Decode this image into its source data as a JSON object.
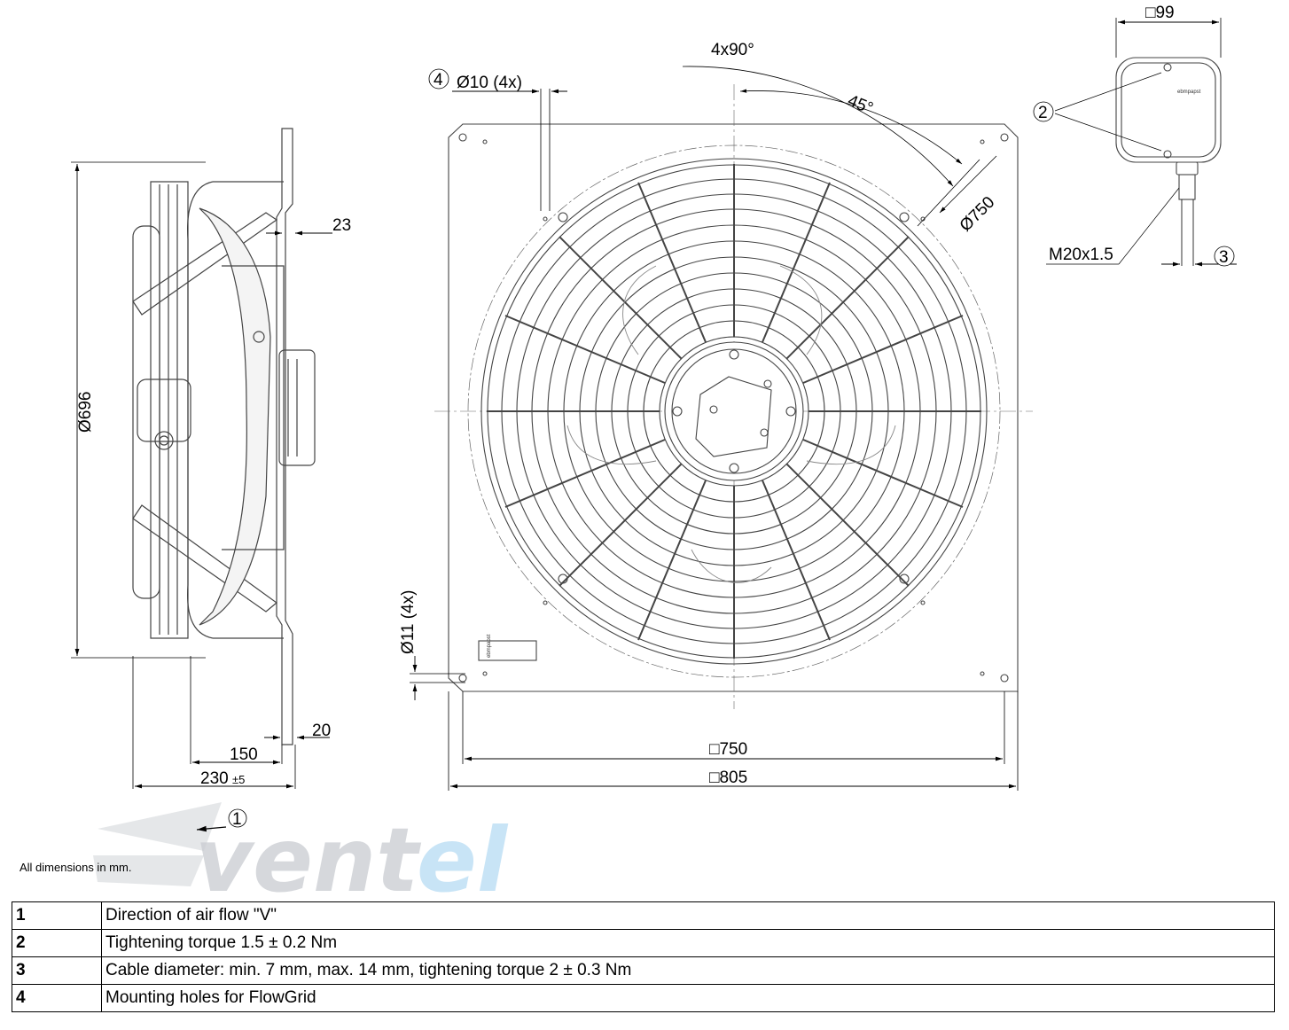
{
  "watermark": {
    "text": "vent",
    "accent_text": "el",
    "gray": "#c9ccd1",
    "blue": "#bfe0f5"
  },
  "notes": {
    "units_note": "All dimensions in mm."
  },
  "dimensions": {
    "side_diameter": "Ø696",
    "side_width_23": "23",
    "side_width_20": "20",
    "side_depth_150": "150",
    "side_depth_230": "230",
    "side_depth_tol": "±5",
    "front_angle": "4x90°",
    "front_angle_45": "45°",
    "front_hole_dia": "Ø10 (4x)",
    "front_diameter": "Ø750",
    "front_mount_hole": "Ø11 (4x)",
    "front_square_750": "□750",
    "front_square_805": "□805",
    "box_square_99": "□99",
    "cable_thread": "M20x1.5"
  },
  "callouts": [
    "1",
    "2",
    "3",
    "4"
  ],
  "brand_label": "ebmpapst",
  "legend": [
    {
      "num": "1",
      "text": "Direction of air flow \"V\""
    },
    {
      "num": "2",
      "text": "Tightening torque 1.5 ± 0.2 Nm"
    },
    {
      "num": "3",
      "text": "Cable diameter: min. 7 mm, max. 14 mm, tightening torque 2 ± 0.3 Nm"
    },
    {
      "num": "4",
      "text": "Mounting holes for FlowGrid"
    }
  ]
}
